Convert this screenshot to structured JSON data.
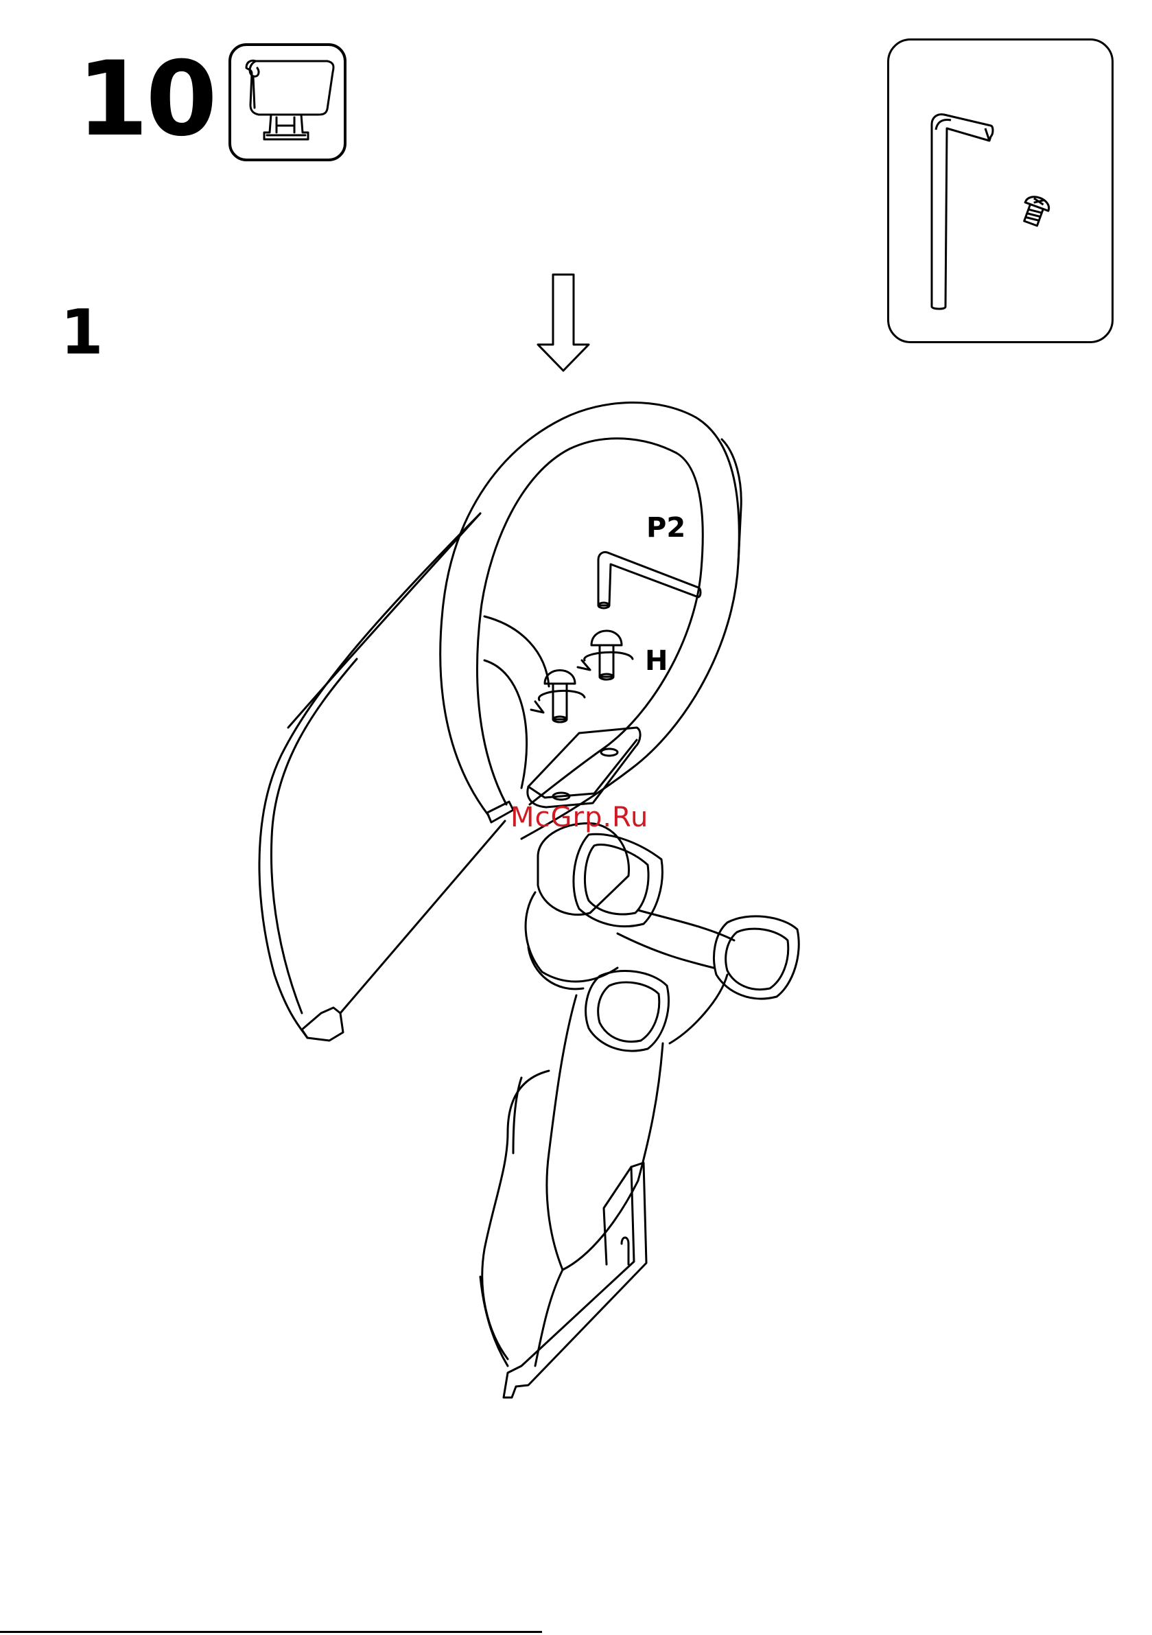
{
  "header": {
    "step_number": "10",
    "substep_number": "1"
  },
  "part_icon": {
    "icon": "seat-cushion-bracket-icon"
  },
  "tools": {
    "items": [
      "allen-key-icon",
      "screw-icon"
    ]
  },
  "labels": {
    "allen_key": "P2",
    "screws": "H"
  },
  "watermark": "McGrp.Ru",
  "colors": {
    "line": "#000000",
    "watermark": "#d01a22",
    "background": "#ffffff"
  }
}
